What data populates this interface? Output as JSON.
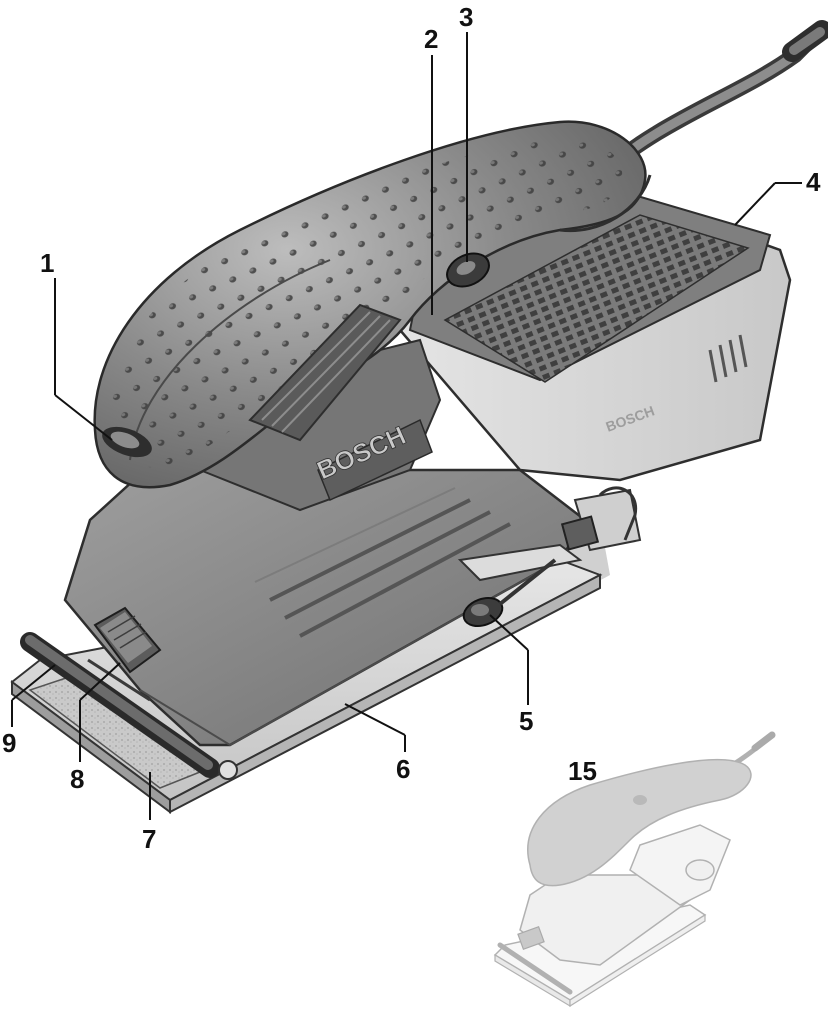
{
  "brand": {
    "main_housing": "BOSCH",
    "side_housing": "BOSCH"
  },
  "callouts": {
    "c1": "1",
    "c2": "2",
    "c3": "3",
    "c4": "4",
    "c5": "5",
    "c6": "6",
    "c7": "7",
    "c8": "8",
    "c9": "9",
    "c15": "15"
  }
}
